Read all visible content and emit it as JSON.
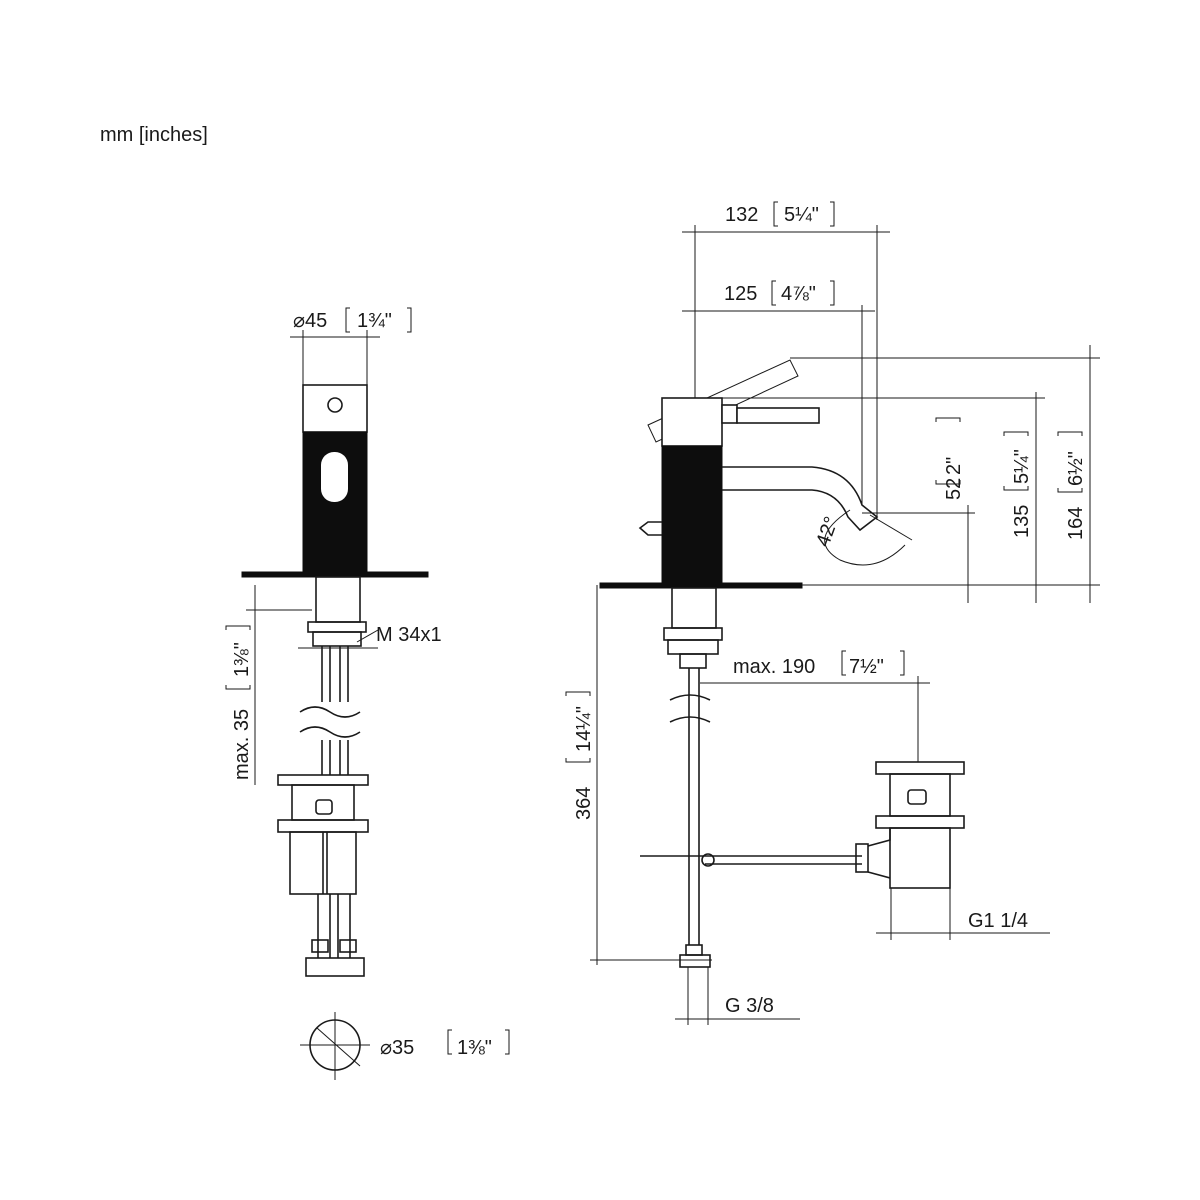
{
  "units_label": "mm [inches]",
  "dims": {
    "d45": "⌀45",
    "d45_in": "1¾\"",
    "m34": "M 34x1",
    "max35": "max. 35",
    "max35_in": "1⅜\"",
    "d35": "⌀35",
    "d35_in": "1⅜\"",
    "w132": "132",
    "w132_in": "5¼\"",
    "w125": "125",
    "w125_in": "4⅞\"",
    "h52": "52",
    "h52_in": "2\"",
    "h135": "135",
    "h135_in": "5¼\"",
    "h164": "164",
    "h164_in": "6½\"",
    "a42": "42°",
    "max190": "max. 190",
    "max190_in": "7½\"",
    "h364": "364",
    "h364_in": "14¼\"",
    "g114": "G1 1/4",
    "g38": "G 3/8"
  }
}
